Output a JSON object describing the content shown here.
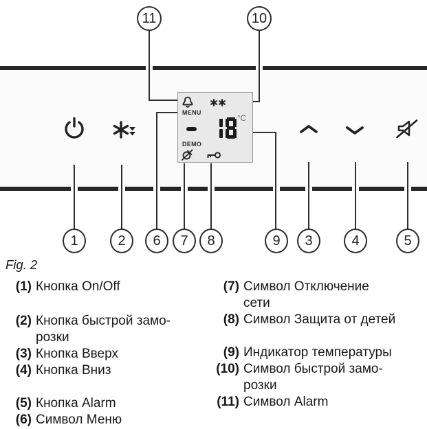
{
  "figure": {
    "label": "Fig. 2"
  },
  "panel": {
    "display": {
      "menu_label": "MENU",
      "demo_label": "DEMO",
      "temperature": "-18",
      "unit": "°C"
    }
  },
  "icons": {
    "power": "power-icon",
    "super_freeze": "snowflake-down-arrows-icon",
    "up": "chevron-up-icon",
    "down": "chevron-down-icon",
    "alarm_mute": "speaker-muted-icon",
    "alarm_symbol": "bell-icon",
    "super_freeze_symbol": "double-asterisk-icon",
    "power_off_symbol": "plug-off-icon",
    "child_lock_symbol": "key-icon"
  },
  "colors": {
    "line": "#2e2e2e",
    "panel_edge": "#262626",
    "display_bg": "#e9e9e9",
    "display_border": "#969696",
    "text": "#181818"
  },
  "callouts": {
    "top": [
      "11",
      "10"
    ],
    "bottom": [
      "1",
      "2",
      "6",
      "7",
      "8",
      "9",
      "3",
      "4",
      "5"
    ]
  },
  "legend": {
    "left": [
      {
        "num": "(1)",
        "text": "Кнопка On/Off"
      },
      {
        "num": "(2)",
        "text": "Кнопка быстрой замо-\nрозки"
      },
      {
        "num": "(3)",
        "text": "Кнопка Вверх"
      },
      {
        "num": "(4)",
        "text": "Кнопка Вниз"
      },
      {
        "num": "(5)",
        "text": "Кнопка Alarm"
      },
      {
        "num": "(6)",
        "text": "Символ Меню"
      }
    ],
    "right": [
      {
        "num": "(7)",
        "text": "Символ Отключение\nсети"
      },
      {
        "num": "(8)",
        "text": "Символ Защита от детей"
      },
      {
        "num": "(9)",
        "text": "Индикатор температуры"
      },
      {
        "num": "(10)",
        "text": "Символ быстрой замо-\nрозки"
      },
      {
        "num": "(11)",
        "text": "Символ Alarm"
      }
    ]
  }
}
